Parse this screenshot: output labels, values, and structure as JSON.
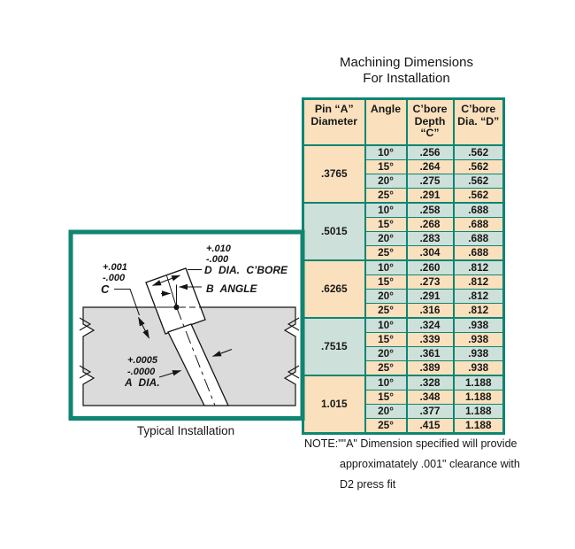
{
  "title": {
    "line1": "Machining Dimensions",
    "line2": "For Installation"
  },
  "table": {
    "headers": {
      "col1_line1": "Pin “A”",
      "col1_line2": "Diameter",
      "col2_line1": "Angle",
      "col3_line1": "C’bore",
      "col3_line2": "Depth “C”",
      "col4_line1": "C’bore",
      "col4_line2": "Dia. “D”"
    },
    "groups": [
      {
        "diameter": ".3765",
        "rows": [
          {
            "angle": "10°",
            "depth": ".256",
            "dia": ".562"
          },
          {
            "angle": "15°",
            "depth": ".264",
            "dia": ".562"
          },
          {
            "angle": "20°",
            "depth": ".275",
            "dia": ".562"
          },
          {
            "angle": "25°",
            "depth": ".291",
            "dia": ".562"
          }
        ]
      },
      {
        "diameter": ".5015",
        "rows": [
          {
            "angle": "10°",
            "depth": ".258",
            "dia": ".688"
          },
          {
            "angle": "15°",
            "depth": ".268",
            "dia": ".688"
          },
          {
            "angle": "20°",
            "depth": ".283",
            "dia": ".688"
          },
          {
            "angle": "25°",
            "depth": ".304",
            "dia": ".688"
          }
        ]
      },
      {
        "diameter": ".6265",
        "rows": [
          {
            "angle": "10°",
            "depth": ".260",
            "dia": ".812"
          },
          {
            "angle": "15°",
            "depth": ".273",
            "dia": ".812"
          },
          {
            "angle": "20°",
            "depth": ".291",
            "dia": ".812"
          },
          {
            "angle": "25°",
            "depth": ".316",
            "dia": ".812"
          }
        ]
      },
      {
        "diameter": ".7515",
        "rows": [
          {
            "angle": "10°",
            "depth": ".324",
            "dia": ".938"
          },
          {
            "angle": "15°",
            "depth": ".339",
            "dia": ".938"
          },
          {
            "angle": "20°",
            "depth": ".361",
            "dia": ".938"
          },
          {
            "angle": "25°",
            "depth": ".389",
            "dia": ".938"
          }
        ]
      },
      {
        "diameter": "1.015",
        "rows": [
          {
            "angle": "10°",
            "depth": ".328",
            "dia": "1.188"
          },
          {
            "angle": "15°",
            "depth": ".348",
            "dia": "1.188"
          },
          {
            "angle": "20°",
            "depth": ".377",
            "dia": "1.188"
          },
          {
            "angle": "25°",
            "depth": ".415",
            "dia": "1.188"
          }
        ]
      }
    ]
  },
  "diagram": {
    "caption": "Typical Installation",
    "labels": {
      "d_tol_plus": "+.010",
      "d_tol_minus": "-.000",
      "d_label": "D DIA. C’BORE",
      "b_label": "B ANGLE",
      "c_tol_plus": "+.001",
      "c_tol_minus": "-.000",
      "c_label": "C",
      "a_tol_plus": "+.0005",
      "a_tol_minus": "-.0000",
      "a_label": "A DIA."
    }
  },
  "note": {
    "line1": "NOTE:\"\"A\" Dimension specified will provide",
    "line2": "approximatately .001\" clearance with",
    "line3": "D2 press fit"
  },
  "colors": {
    "border_green": "#0F8572",
    "tan": "#FAE0BD",
    "teal": "#CDE0D9",
    "block_gray": "#DBDBDB"
  }
}
